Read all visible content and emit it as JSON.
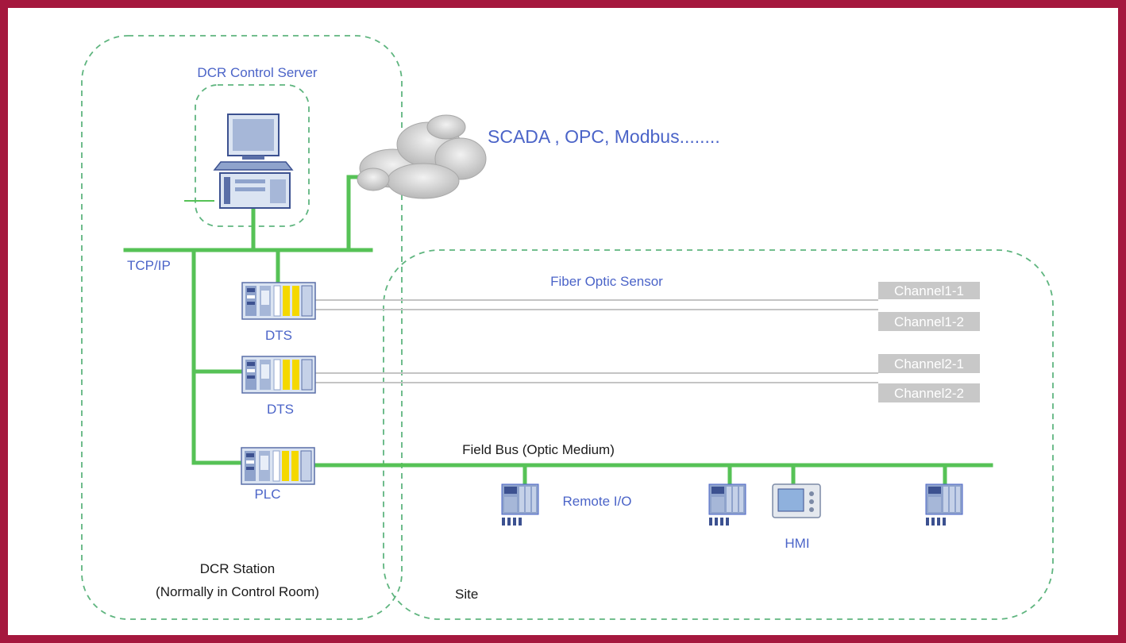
{
  "labels": {
    "control_server": "DCR Control Server",
    "protocols": "SCADA , OPC, Modbus........",
    "tcpip": "TCP/IP",
    "fiber_optic_sensor": "Fiber Optic Sensor",
    "dts_1": "DTS",
    "dts_2": "DTS",
    "plc": "PLC",
    "field_bus": "Field Bus (Optic Medium)",
    "remote_io": "Remote I/O",
    "hmi": "HMI",
    "station_line1": "DCR Station",
    "station_line2": "(Normally in Control Room)",
    "site": "Site"
  },
  "channels": [
    "Channel1-1",
    "Channel1-2",
    "Channel2-1",
    "Channel2-2"
  ],
  "colors": {
    "frame": "#a5183e",
    "bus": "#56c256",
    "dashed_border": "#5fb57f",
    "label_blue": "#4b64c8",
    "label_dark": "#1a1a1a",
    "channel_box": "#c8c8c8",
    "fiber_line": "#c4c4c4",
    "device_yellow": "#f4d800"
  },
  "icons": [
    "computer-icon",
    "cloud-icon",
    "dts-rack-icon",
    "plc-rack-icon",
    "remote-io-icon",
    "hmi-panel-icon"
  ]
}
